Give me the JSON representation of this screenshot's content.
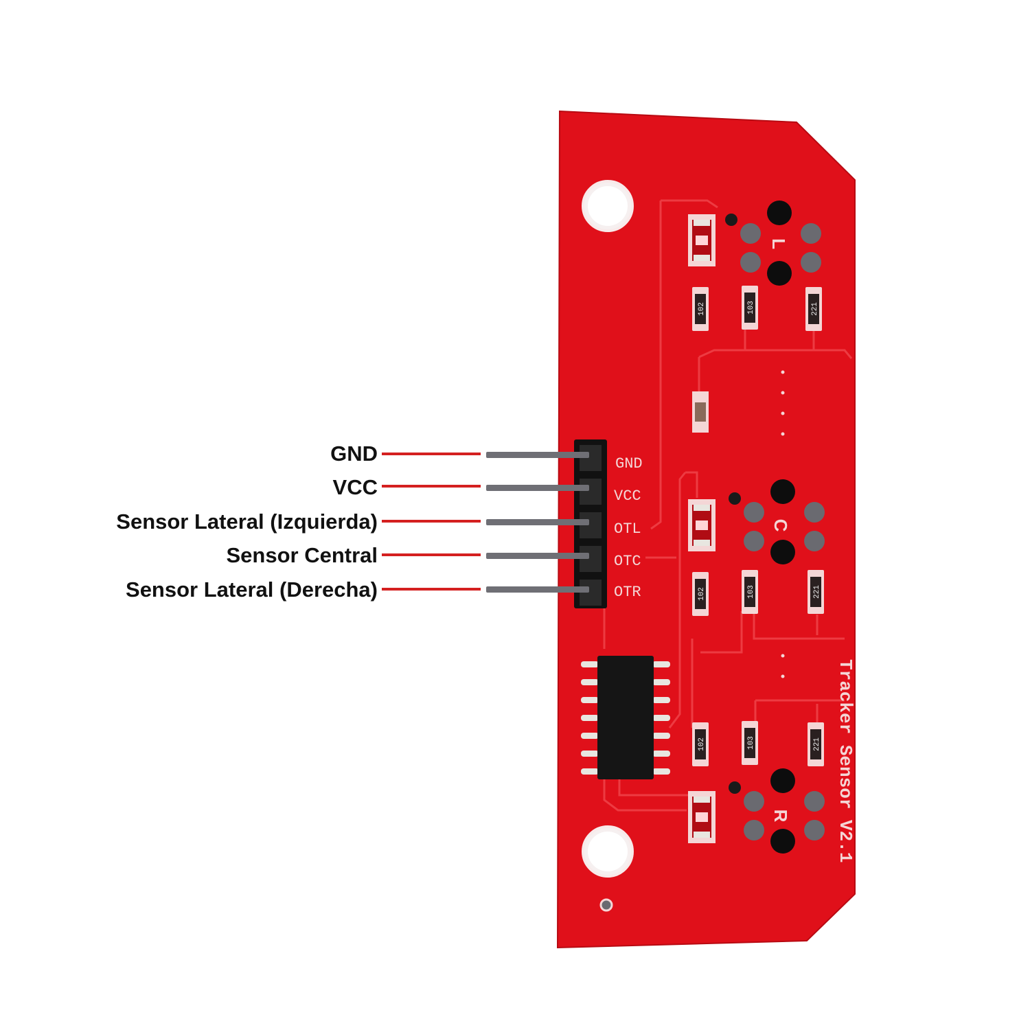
{
  "pin_labels": [
    {
      "text": "GND"
    },
    {
      "text": "VCC"
    },
    {
      "text": "Sensor Lateral (Izquierda)"
    },
    {
      "text": "Sensor Central"
    },
    {
      "text": "Sensor Lateral (Derecha)"
    }
  ],
  "board": {
    "header_silkscreen": [
      "GND",
      "VCC",
      "OTL",
      "OTC",
      "OTR"
    ],
    "sensor_marks": {
      "left": "L",
      "center": "C",
      "right": "R"
    },
    "resistor_codes": {
      "led": "102",
      "emitter": "103",
      "receiver": "221"
    },
    "title": "Tracker Sensor V2.1"
  },
  "colors": {
    "pcb": "#e0101a",
    "trace": "#f24a50",
    "silk": "#f4d6d6",
    "leader_line": "#d42020",
    "pin": "#6f6f75"
  }
}
